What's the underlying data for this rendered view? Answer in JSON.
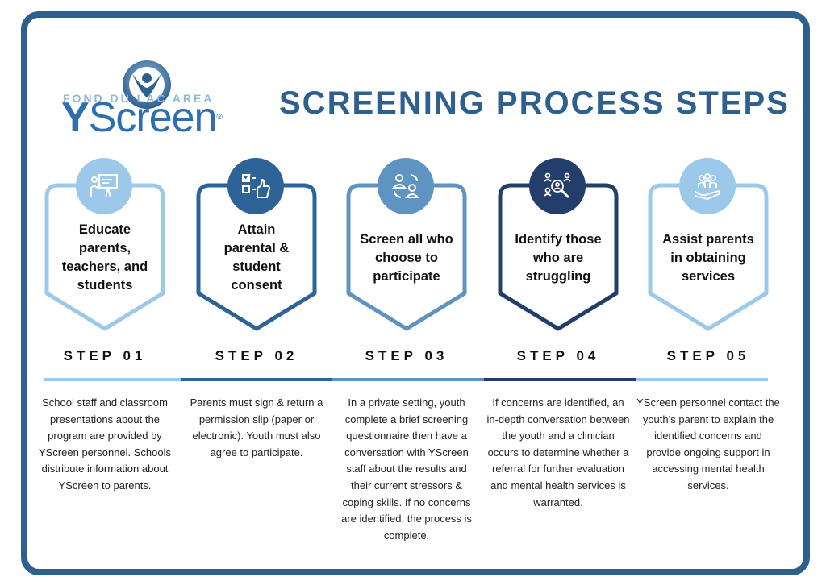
{
  "logo": {
    "subtitle": "FOND DU LAC AREA",
    "name_bold": "Y",
    "name_rest": "Screen",
    "registered": "®"
  },
  "title": "SCREENING PROCESS STEPS",
  "steps": [
    {
      "label": "STEP 01",
      "heading": [
        "Educate",
        "parents,",
        "teachers, and",
        "students"
      ],
      "icon": "presenter-icon",
      "color": "#9cc8ea",
      "description": "School staff and classroom presentations about the program are provided by YScreen personnel. Schools distribute information about YScreen to parents."
    },
    {
      "label": "STEP 02",
      "heading": [
        "Attain",
        "parental &",
        "student",
        "consent"
      ],
      "icon": "checklist-thumbs-up-icon",
      "color": "#2d6396",
      "description": "Parents must sign & return a permission slip (paper or electronic). Youth must also agree to participate."
    },
    {
      "label": "STEP 03",
      "heading": [
        "Screen all who",
        "choose to",
        "participate"
      ],
      "icon": "two-people-icon",
      "color": "#5f93c2",
      "description": "In a private setting, youth complete a brief screening questionnaire then have a conversation with YScreen staff about the results and their current stressors & coping skills. If no concerns are identified, the process is complete."
    },
    {
      "label": "STEP 04",
      "heading": [
        "Identify those",
        "who are",
        "struggling"
      ],
      "icon": "search-people-icon",
      "color": "#233e6b",
      "description": "If concerns are identified, an in-depth conversation between the youth and a clinician occurs to determine whether a referral for further evaluation and mental health services is warranted."
    },
    {
      "label": "STEP 05",
      "heading": [
        "Assist parents",
        "in obtaining",
        "services"
      ],
      "icon": "group-support-icon",
      "color": "#9cc8ea",
      "description": "YScreen personnel contact the youth’s parent to explain the identified concerns and provide ongoing support in accessing mental health services."
    }
  ]
}
